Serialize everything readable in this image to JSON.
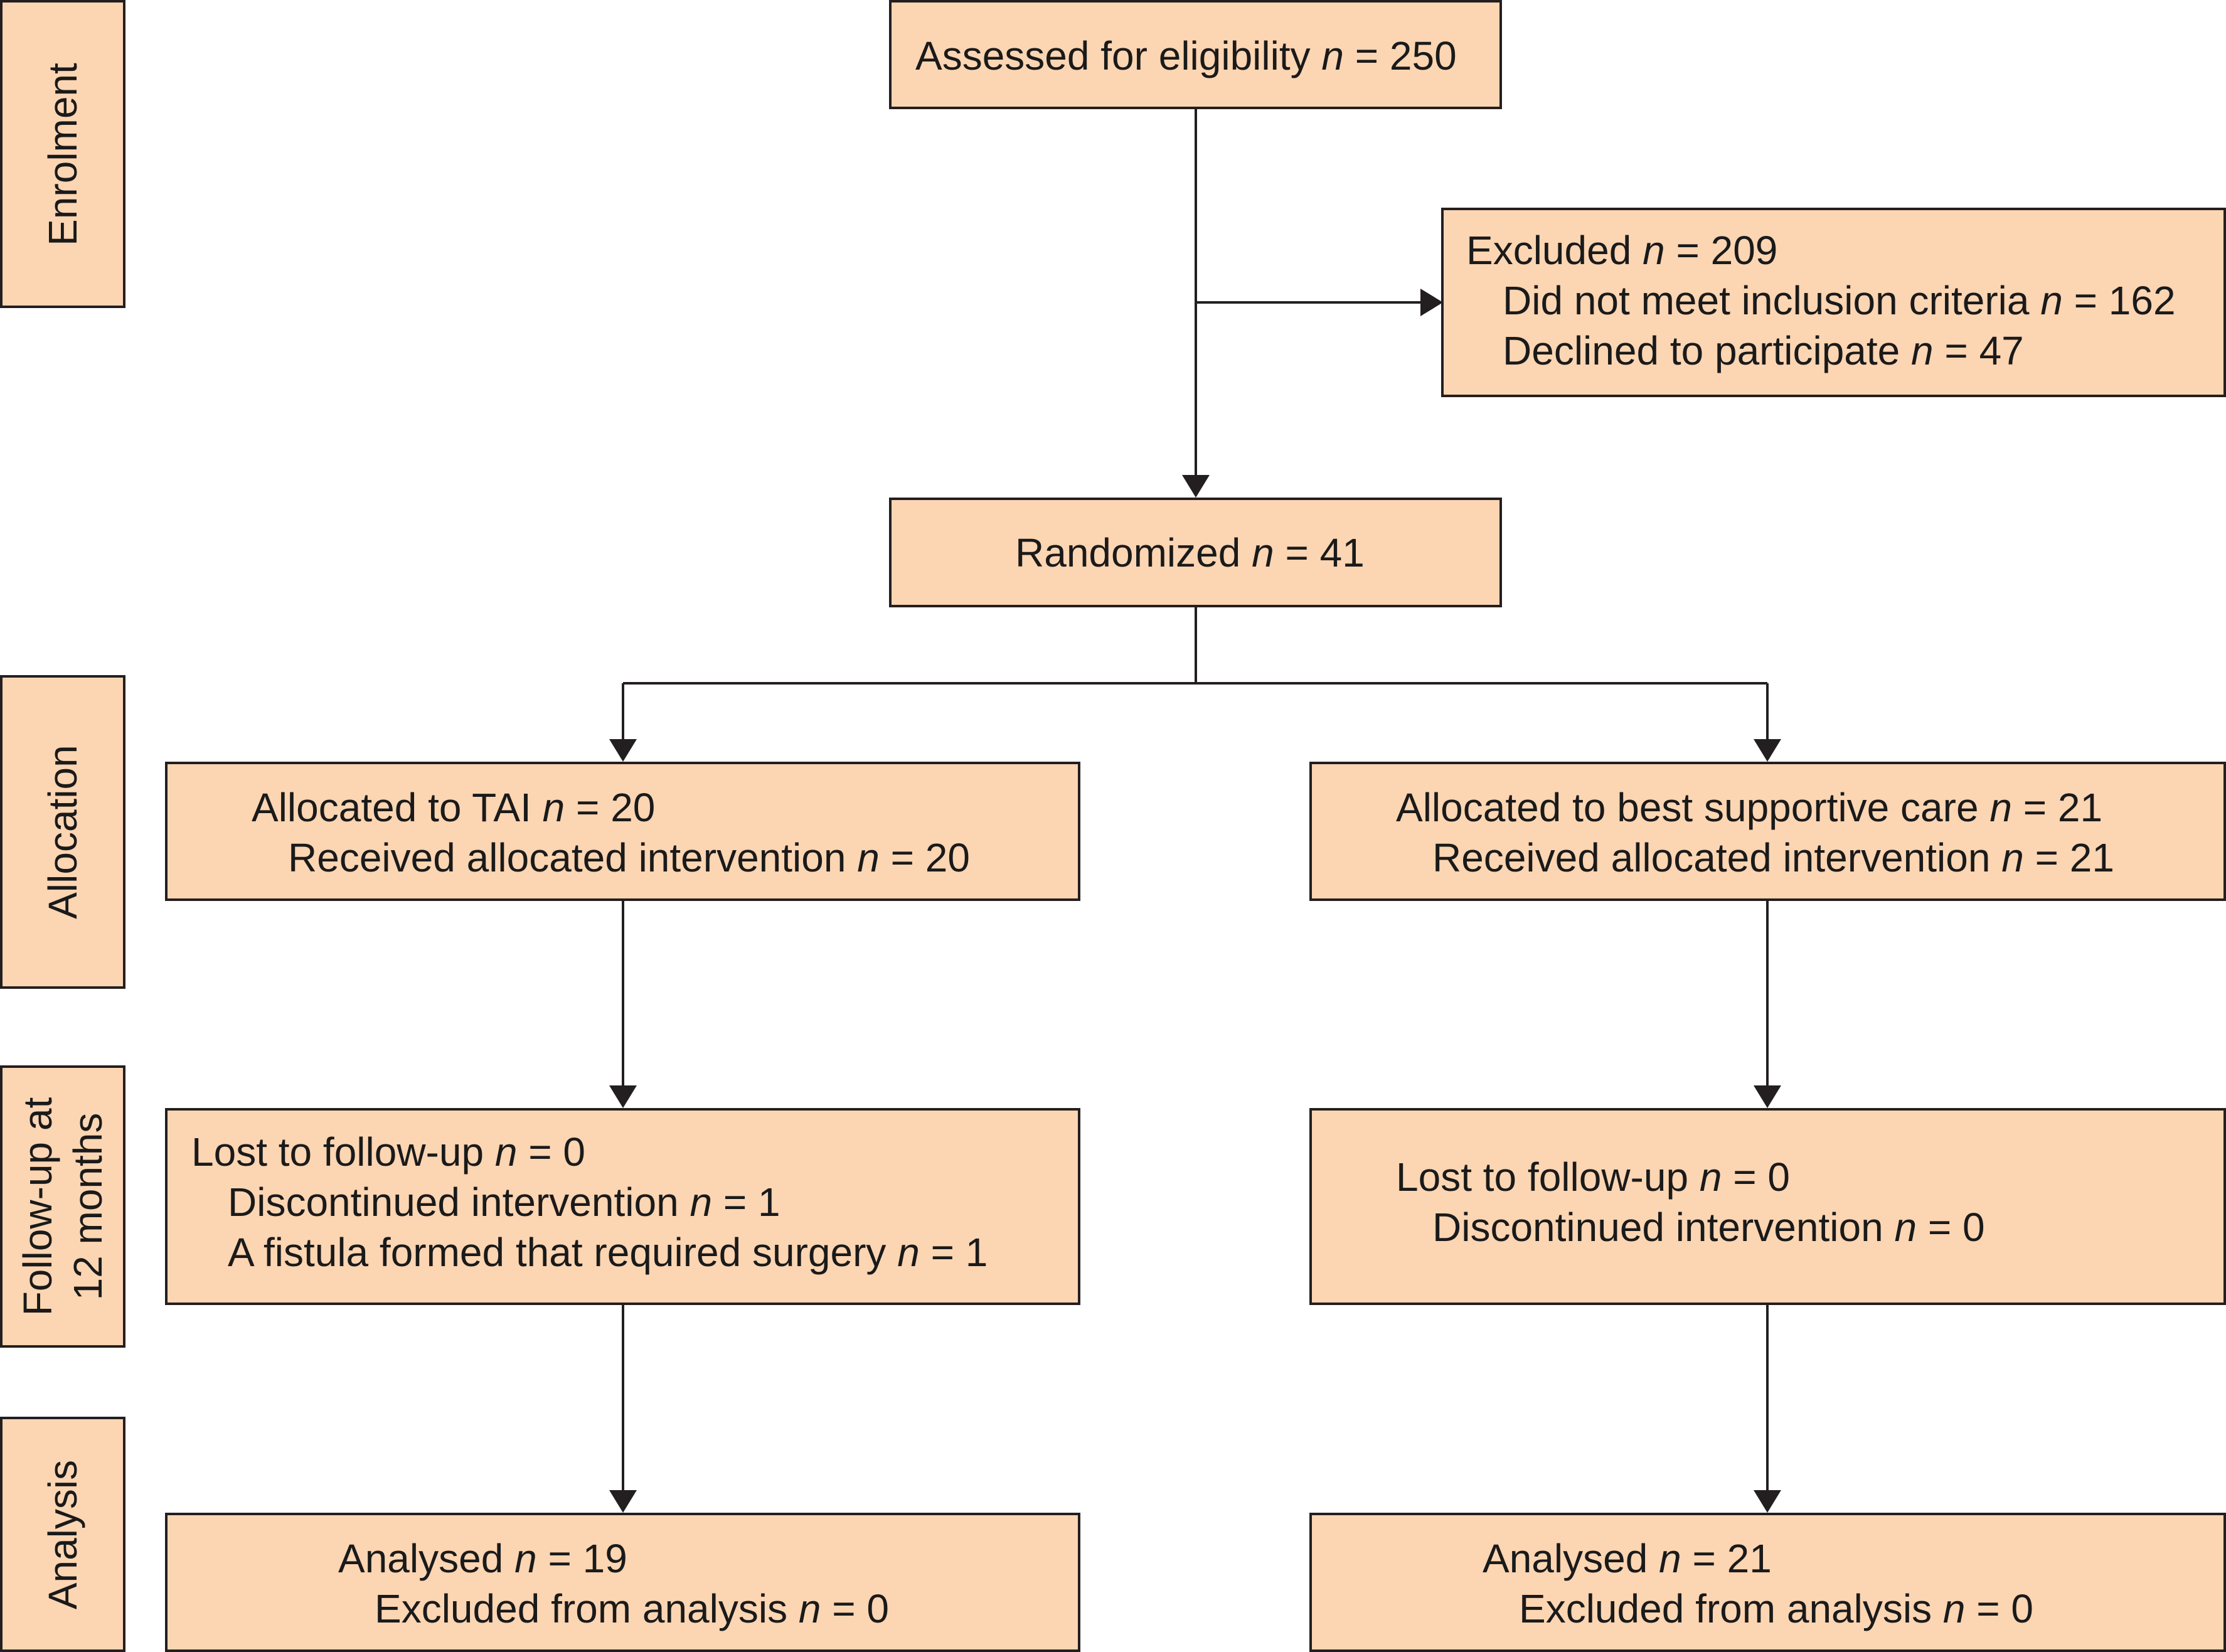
{
  "stages": {
    "enrolment": "Enrolment",
    "allocation": "Allocation",
    "followup": "Follow-up at\n12 months",
    "analysis": "Analysis"
  },
  "assessed": {
    "label": "Assessed for eligibility",
    "n_sym": "n",
    "n_val": "= 250"
  },
  "excluded": {
    "label": "Excluded",
    "n_sym": "n",
    "n_val": "= 209",
    "criteria_label": "Did not meet inclusion criteria",
    "criteria_n_sym": "n",
    "criteria_n_val": "= 162",
    "declined_label": "Declined to participate",
    "declined_n_sym": "n",
    "declined_n_val": "= 47"
  },
  "randomized": {
    "label": "Randomized",
    "n_sym": "n",
    "n_val": "= 41"
  },
  "alloc_tai": {
    "label": "Allocated to TAI",
    "n_sym": "n",
    "n_val": "= 20",
    "received_label": "Received allocated intervention",
    "received_n_sym": "n",
    "received_n_val": "= 20"
  },
  "alloc_bsc": {
    "label": "Allocated to best supportive care",
    "n_sym": "n",
    "n_val": "= 21",
    "received_label": "Received allocated intervention",
    "received_n_sym": "n",
    "received_n_val": "= 21"
  },
  "followup_tai": {
    "lost_label": "Lost to follow-up",
    "lost_n_sym": "n",
    "lost_n_val": "= 0",
    "disc_label": "Discontinued intervention",
    "disc_n_sym": "n",
    "disc_n_val": "= 1",
    "fistula_label": "A fistula formed that required surgery",
    "fistula_n_sym": "n",
    "fistula_n_val": "= 1"
  },
  "followup_bsc": {
    "lost_label": "Lost to follow-up",
    "lost_n_sym": "n",
    "lost_n_val": "= 0",
    "disc_label": "Discontinued intervention",
    "disc_n_sym": "n",
    "disc_n_val": "= 0"
  },
  "analysis_tai": {
    "label": "Analysed",
    "n_sym": "n",
    "n_val": "= 19",
    "excluded_label": "Excluded from analysis",
    "excluded_n_sym": "n",
    "excluded_n_val": "= 0"
  },
  "analysis_bsc": {
    "label": "Analysed",
    "n_sym": "n",
    "n_val": "= 21",
    "excluded_label": "Excluded from analysis",
    "excluded_n_sym": "n",
    "excluded_n_val": "= 0"
  }
}
